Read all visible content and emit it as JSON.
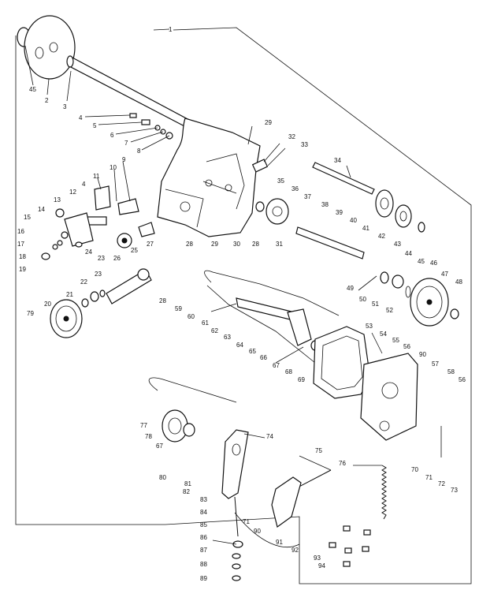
{
  "diagram": {
    "labels": [
      {
        "id": "p1",
        "text": "1"
      },
      {
        "id": "p45a",
        "text": "45"
      },
      {
        "id": "p2",
        "text": "2"
      },
      {
        "id": "p3",
        "text": "3"
      },
      {
        "id": "p4",
        "text": "4"
      },
      {
        "id": "p5",
        "text": "5"
      },
      {
        "id": "p6",
        "text": "6"
      },
      {
        "id": "p7",
        "text": "7"
      },
      {
        "id": "p8",
        "text": "8"
      },
      {
        "id": "p9",
        "text": "9"
      },
      {
        "id": "p10",
        "text": "10"
      },
      {
        "id": "p11",
        "text": "11"
      },
      {
        "id": "p4b",
        "text": "4"
      },
      {
        "id": "p12",
        "text": "12"
      },
      {
        "id": "p13",
        "text": "13"
      },
      {
        "id": "p14",
        "text": "14"
      },
      {
        "id": "p15",
        "text": "15"
      },
      {
        "id": "p16",
        "text": "16"
      },
      {
        "id": "p17",
        "text": "17"
      },
      {
        "id": "p18",
        "text": "18"
      },
      {
        "id": "p19",
        "text": "19"
      },
      {
        "id": "p24",
        "text": "24"
      },
      {
        "id": "p23",
        "text": "23"
      },
      {
        "id": "p25",
        "text": "25"
      },
      {
        "id": "p26",
        "text": "26"
      },
      {
        "id": "p27",
        "text": "27"
      },
      {
        "id": "p22",
        "text": "22"
      },
      {
        "id": "p23b",
        "text": "23"
      },
      {
        "id": "p21",
        "text": "21"
      },
      {
        "id": "p20",
        "text": "20"
      },
      {
        "id": "p79",
        "text": "79"
      },
      {
        "id": "p28",
        "text": "28"
      },
      {
        "id": "p28b",
        "text": "28"
      },
      {
        "id": "p29",
        "text": "29"
      },
      {
        "id": "p30",
        "text": "30"
      },
      {
        "id": "p28c",
        "text": "28"
      },
      {
        "id": "p31",
        "text": "31"
      },
      {
        "id": "p29b",
        "text": "29"
      },
      {
        "id": "p32",
        "text": "32"
      },
      {
        "id": "p33",
        "text": "33"
      },
      {
        "id": "p35",
        "text": "35"
      },
      {
        "id": "p36",
        "text": "36"
      },
      {
        "id": "p37",
        "text": "37"
      },
      {
        "id": "p34",
        "text": "34"
      },
      {
        "id": "p38",
        "text": "38"
      },
      {
        "id": "p39",
        "text": "39"
      },
      {
        "id": "p40",
        "text": "40"
      },
      {
        "id": "p41",
        "text": "41"
      },
      {
        "id": "p42",
        "text": "42"
      },
      {
        "id": "p43",
        "text": "43"
      },
      {
        "id": "p44",
        "text": "44"
      },
      {
        "id": "p45",
        "text": "45"
      },
      {
        "id": "p46",
        "text": "46"
      },
      {
        "id": "p47",
        "text": "47"
      },
      {
        "id": "p48",
        "text": "48"
      },
      {
        "id": "p49",
        "text": "49"
      },
      {
        "id": "p50",
        "text": "50"
      },
      {
        "id": "p51",
        "text": "51"
      },
      {
        "id": "p52",
        "text": "52"
      },
      {
        "id": "p59",
        "text": "59"
      },
      {
        "id": "p60",
        "text": "60"
      },
      {
        "id": "p61",
        "text": "61"
      },
      {
        "id": "p62",
        "text": "62"
      },
      {
        "id": "p63",
        "text": "63"
      },
      {
        "id": "p64",
        "text": "64"
      },
      {
        "id": "p65",
        "text": "65"
      },
      {
        "id": "p66",
        "text": "66"
      },
      {
        "id": "p67",
        "text": "67"
      },
      {
        "id": "p68",
        "text": "68"
      },
      {
        "id": "p69",
        "text": "69"
      },
      {
        "id": "p53",
        "text": "53"
      },
      {
        "id": "p54",
        "text": "54"
      },
      {
        "id": "p55",
        "text": "55"
      },
      {
        "id": "p56",
        "text": "56"
      },
      {
        "id": "p90",
        "text": "90"
      },
      {
        "id": "p57",
        "text": "57"
      },
      {
        "id": "p58",
        "text": "58"
      },
      {
        "id": "p56b",
        "text": "56"
      },
      {
        "id": "p70",
        "text": "70"
      },
      {
        "id": "p71",
        "text": "71"
      },
      {
        "id": "p72",
        "text": "72"
      },
      {
        "id": "p73",
        "text": "73"
      },
      {
        "id": "p77",
        "text": "77"
      },
      {
        "id": "p78",
        "text": "78"
      },
      {
        "id": "p67b",
        "text": "67"
      },
      {
        "id": "p74",
        "text": "74"
      },
      {
        "id": "p75",
        "text": "75"
      },
      {
        "id": "p76",
        "text": "76"
      },
      {
        "id": "p80",
        "text": "80"
      },
      {
        "id": "p81",
        "text": "81"
      },
      {
        "id": "p82",
        "text": "82"
      },
      {
        "id": "p83",
        "text": "83"
      },
      {
        "id": "p84",
        "text": "84"
      },
      {
        "id": "p85",
        "text": "85"
      },
      {
        "id": "p71b",
        "text": "71"
      },
      {
        "id": "p90b",
        "text": "90"
      },
      {
        "id": "p91",
        "text": "91"
      },
      {
        "id": "p92",
        "text": "92"
      },
      {
        "id": "p86",
        "text": "86"
      },
      {
        "id": "p87",
        "text": "87"
      },
      {
        "id": "p88",
        "text": "88"
      },
      {
        "id": "p89",
        "text": "89"
      },
      {
        "id": "p93",
        "text": "93"
      },
      {
        "id": "p94",
        "text": "94"
      }
    ]
  }
}
